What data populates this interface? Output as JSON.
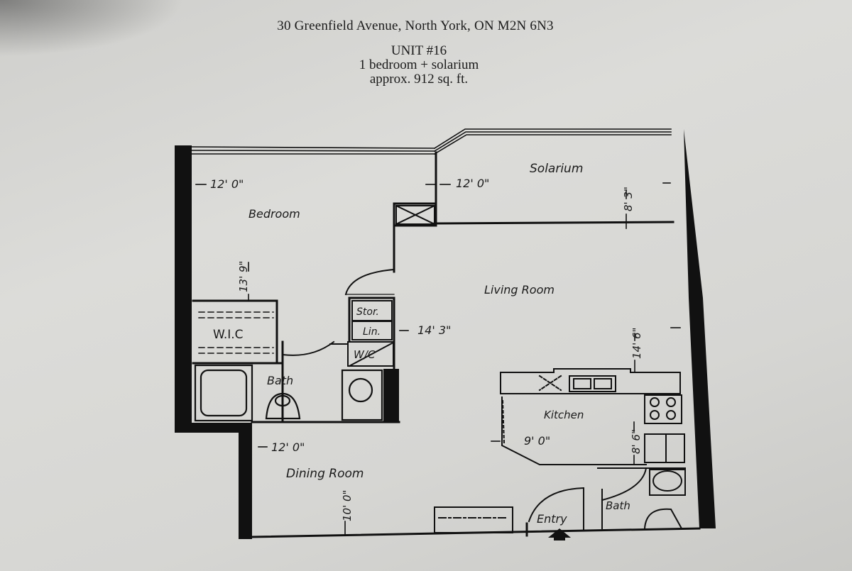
{
  "header": {
    "address": "30 Greenfield Avenue, North York, ON M2N 6N3",
    "unit": "UNIT #16",
    "type": "1 bedroom + solarium",
    "area": "approx. 912 sq. ft."
  },
  "rooms": {
    "solarium": "Solarium",
    "bedroom": "Bedroom",
    "living_room": "Living Room",
    "wic": "W.I.C",
    "storage": "Stor.",
    "linen": "Lin.",
    "wc": "W/C",
    "bath_main": "Bath",
    "kitchen": "Kitchen",
    "dining_room": "Dining Room",
    "bath_entry": "Bath",
    "entry": "Entry"
  },
  "dimensions": {
    "bedroom_width": "12' 0\"",
    "solarium_width": "12' 0\"",
    "solarium_depth": "8' 3\"",
    "bedroom_depth": "13' 9\"",
    "living_width": "14' 3\"",
    "living_depth": "14' 6\"",
    "kitchen_width": "9' 0\"",
    "kitchen_depth": "8' 6\"",
    "dining_width": "12' 0\"",
    "dining_depth": "10' 0\""
  }
}
